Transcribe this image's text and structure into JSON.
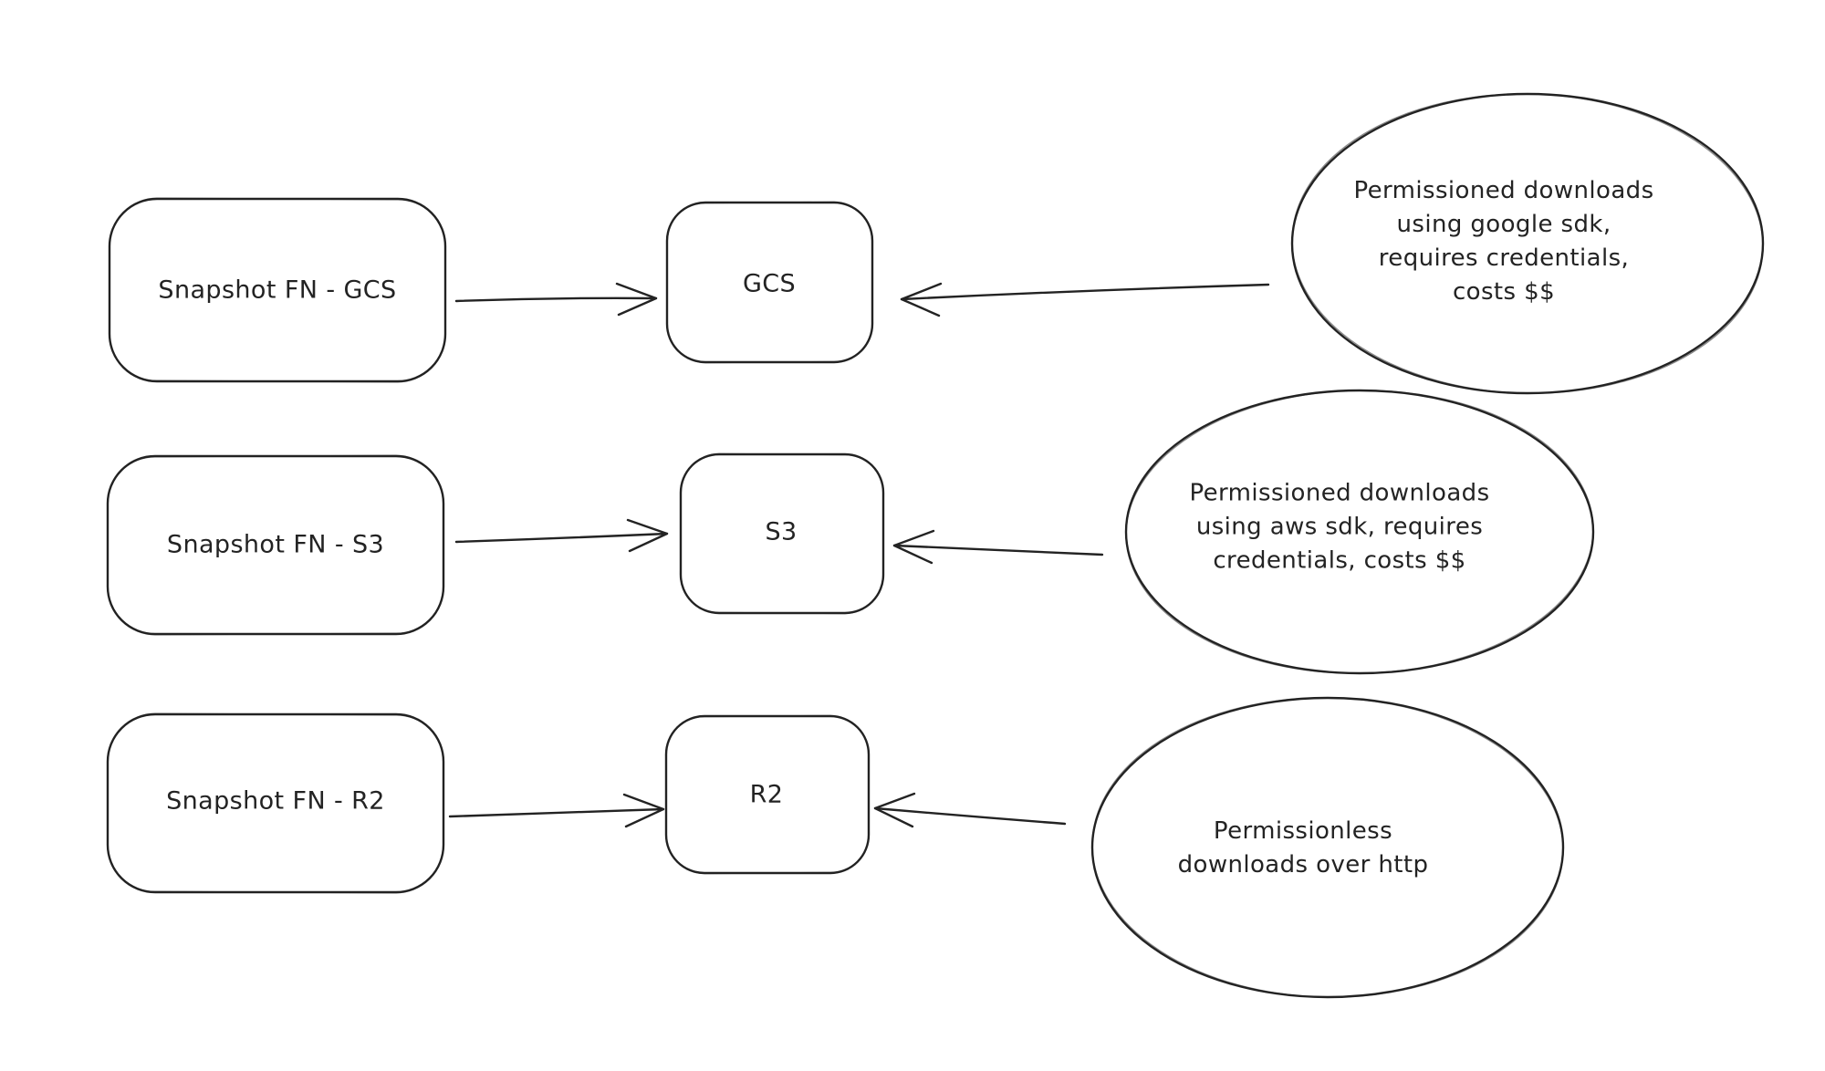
{
  "canvas": {
    "background": "#ffffff",
    "stroke_color": "#232323"
  },
  "flows": [
    {
      "source_label": "Snapshot FN - GCS",
      "target_label": "GCS",
      "note_text": "Permissioned downloads\nusing google sdk,\nrequires credentials,\ncosts $$"
    },
    {
      "source_label": "Snapshot FN - S3",
      "target_label": "S3",
      "note_text": "Permissioned downloads\nusing aws sdk, requires\ncredentials, costs $$"
    },
    {
      "source_label": "Snapshot FN - R2",
      "target_label": "R2",
      "note_text": "Permissionless\ndownloads over http"
    }
  ]
}
